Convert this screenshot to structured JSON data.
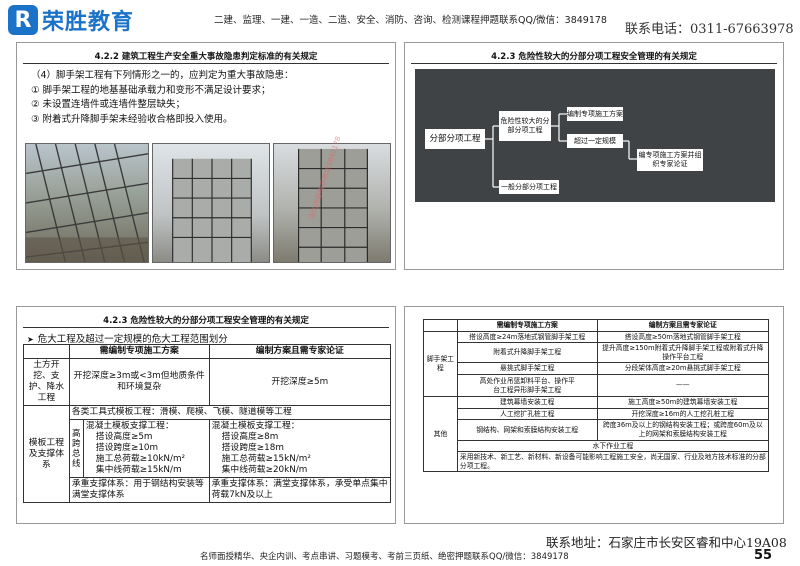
{
  "header": {
    "logo_mark": "R",
    "logo_text": "荣胜教育",
    "courses": "二建、监理、一建、一造、二造、安全、消防、咨询、检测课程押题联系QQ/微信：3849178",
    "phone": "联系电话：0311-67663978"
  },
  "panel1": {
    "title": "4.2.2 建筑工程生产安全重大事故隐患判定标准的有关规定",
    "lines": [
      "（4）脚手架工程有下列情形之一的，应判定为重大事故隐患：",
      "① 脚手架工程的地基基础承载力和变形不满足设计要求；",
      "② 未设置连墙件或连墙件整层缺失；",
      "③ 附着式升降脚手架未经验收合格即投入使用。"
    ],
    "watermark": "请勿押题联系微信3849178"
  },
  "panel2": {
    "title": "4.2.3 危险性较大的分部分项工程安全管理的有关规定",
    "diagram": {
      "root": "分部分项工程",
      "danger": "危险性较大的分部分项工程",
      "general": "一般分部分项工程",
      "special_plan": "编制专项施工方案",
      "exceed": "超过一定规模",
      "expert": "编专项施工方案并组织专家论证"
    }
  },
  "panel3": {
    "title": "4.2.3 危险性较大的分部分项工程安全管理的有关规定",
    "intro": "危大工程及超过一定规模的危大工程范围划分",
    "headers": [
      "",
      "需编制专项施工方案",
      "编制方案且需专家论证"
    ],
    "rows": {
      "earth": {
        "label": "土方开挖、支护、降水工程",
        "plan": "开挖深度≥3m或<3m但地质条件和环境复杂",
        "expert": "开挖深度≥5m"
      },
      "formwork": {
        "label": "模板工程及支撑体系",
        "tools": "各类工具式模板工程：滑模、爬模、飞模、隧道模等工程",
        "concrete_plan_title": "混凝土模板支撑工程：",
        "side_label": "高跨总线",
        "concrete_plan_lines": [
          "搭设高度≥5m",
          "搭设跨度≥10m",
          "施工总荷载≥10kN/m²",
          "集中线荷载≥15kN/m"
        ],
        "concrete_expert_title": "混凝土模板支撑工程：",
        "concrete_expert_lines": [
          "搭设高度≥8m",
          "搭设跨度≥18m",
          "施工总荷载≥15kN/m²",
          "集中线荷载≥20kN/m"
        ],
        "bearing_plan": "承重支撑体系：用于钢结构安装等满堂支撑体系",
        "bearing_expert": "承重支撑体系：满堂支撑体系，承受单点集中荷载7kN及以上"
      }
    }
  },
  "panel4": {
    "headers": [
      "",
      "需编制专项施工方案",
      "编制方案且需专家论证"
    ],
    "scaffold_label": "脚手架工程",
    "other_label": "其他",
    "scaffold_rows": [
      [
        "搭设高度≥24m落地式钢管脚手架工程",
        "搭设高度≥50m落地式钢管脚手架工程"
      ],
      [
        "附着式升降脚手架工程",
        "提升高度≥150m附着式升降脚手架工程或附着式升降操作平台工程"
      ],
      [
        "悬挑式脚手架工程",
        "分段架体高度≥20m悬挑式脚手架工程"
      ],
      [
        "高处作业吊篮卸料平台、操作平台工程异形脚手架工程",
        "——"
      ]
    ],
    "other_rows": [
      [
        "建筑幕墙安装工程",
        "施工高度≥50m的建筑幕墙安装工程"
      ],
      [
        "人工挖扩孔桩工程",
        "开挖深度≥16m的人工挖孔桩工程"
      ],
      [
        "钢结构、网架和索膜结构安装工程",
        "跨度36m及以上的钢结构安装工程；或跨度60m及以上的网架和索膜结构安装工程"
      ]
    ],
    "underwater": "水下作业工程",
    "new_tech": "采用新技术、新工艺、新材料、新设备可能影响工程施工安全，尚无国家、行业及地方技术标准的分部分项工程。"
  },
  "footer": {
    "address": "联系地址：石家庄市长安区睿和中心19A08",
    "page": "55",
    "slogan": "名师面授精华、央企内训、考点串讲、习题模考、考前三页纸、绝密押题联系QQ/微信：3849178"
  }
}
